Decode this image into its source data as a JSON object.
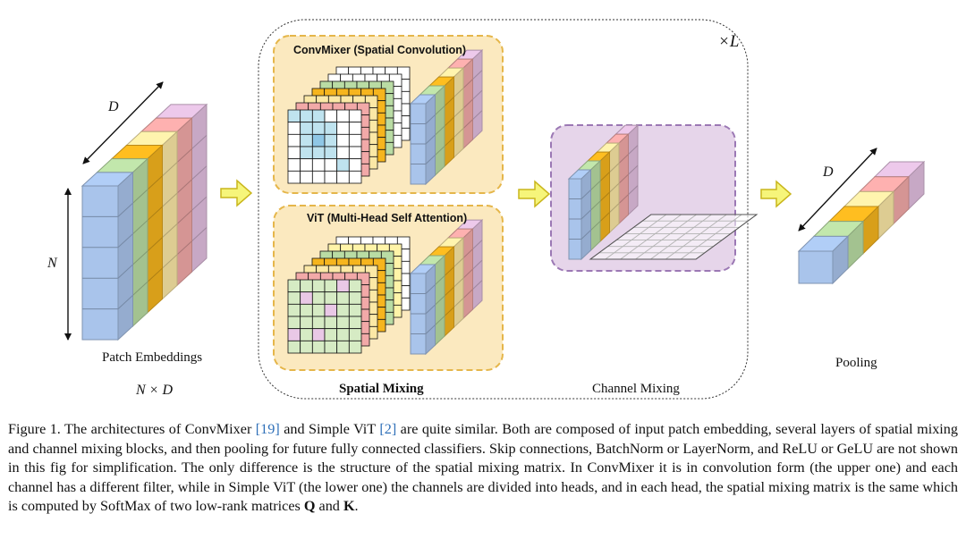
{
  "figure": {
    "labels": {
      "d_top_left": "D",
      "n_left": "N",
      "patch_embeddings": "Patch Embeddings",
      "n_times_d": "N × D",
      "times_l": "×L",
      "convmixer_title": "ConvMixer (Spatial Convolution)",
      "vit_title": "ViT (Multi-Head Self Attention)",
      "spatial_mixing": "Spatial Mixing",
      "channel_mixing": "Channel Mixing",
      "d_right": "D",
      "pooling": "Pooling"
    },
    "colors": {
      "blue": "#a9c4eb",
      "green": "#b9dca4",
      "orange": "#f6b51e",
      "yellow": "#fbe8a6",
      "red": "#f2a9a8",
      "pink": "#e2bfe0",
      "mixing_box": "#fbe9bf",
      "mixing_border": "#e5b64a",
      "channel_box": "#e6d5ea",
      "channel_border": "#9b78b4",
      "arrow_fill": "#f6f57a",
      "arrow_stroke": "#c9b61c"
    }
  },
  "caption": {
    "part1": "Figure 1. The architectures of ConvMixer ",
    "ref1": "[19]",
    "part2": " and Simple ViT ",
    "ref2": "[2]",
    "part3": " are quite similar. Both are composed of input patch embedding, several layers of spatial mixing and channel mixing blocks, and then pooling for future fully connected classifiers. Skip connections, BatchNorm or LayerNorm, and ReLU or GeLU are not shown in this fig for simplification. The only difference is the structure of the spatial mixing matrix. In ConvMixer it is in convolution form (the upper one) and each channel has a different filter, while in Simple ViT (the lower one) the channels are divided into heads, and in each head, the spatial mixing matrix is the same which is computed by SoftMax of two low-rank matrices ",
    "q": "Q",
    "and": " and ",
    "k": "K",
    "end": "."
  }
}
